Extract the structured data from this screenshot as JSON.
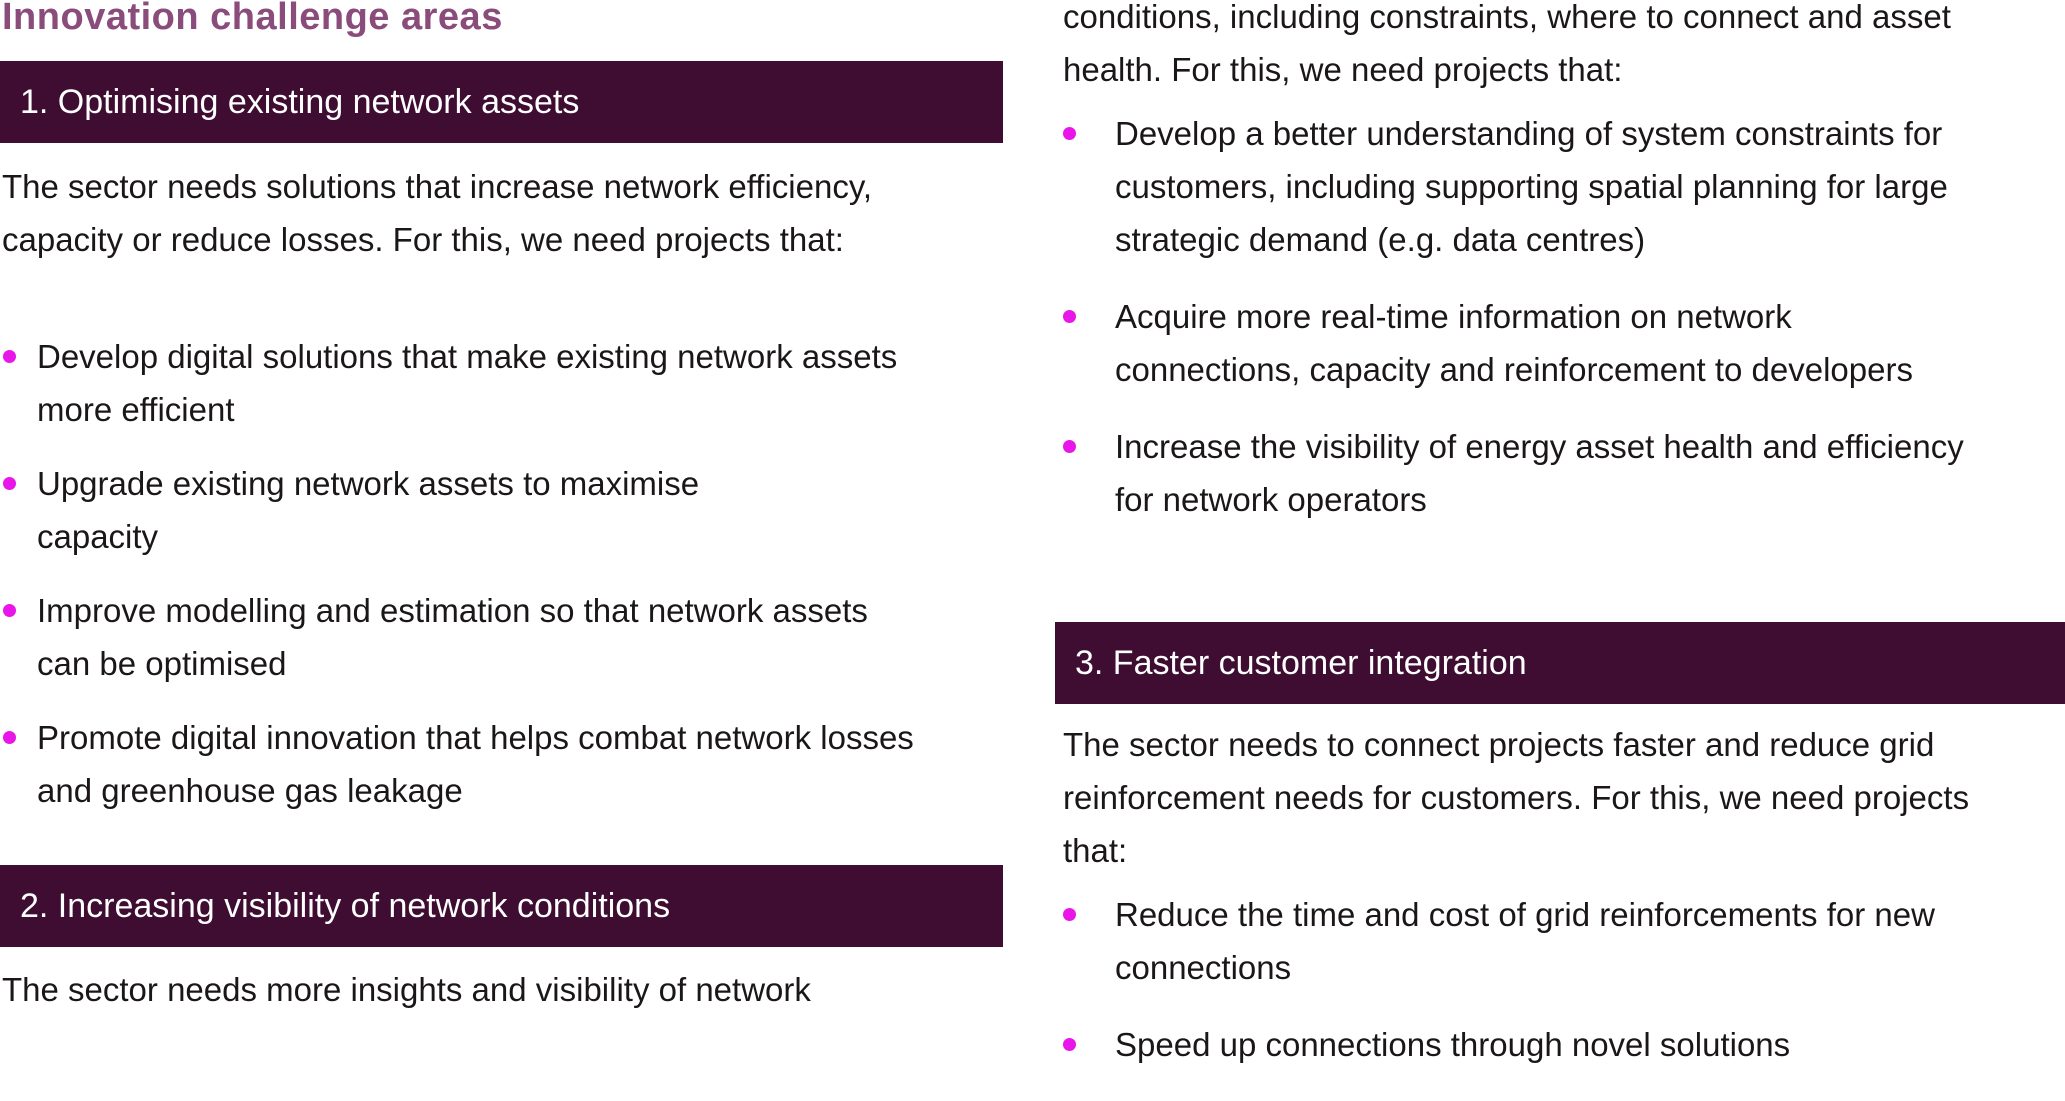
{
  "title": "Innovation challenge areas",
  "colors": {
    "banner_background": "#3e0d31",
    "banner_text": "#ffffff",
    "title_text": "#8a4c7b",
    "body_text": "#1b1718",
    "bullet_dot": "#e916e9",
    "page_background": "#ffffff"
  },
  "left": {
    "section1": {
      "banner": "1. Optimising existing network assets",
      "intro": "The sector needs solutions that increase network efficiency, capacity or reduce losses. For this, we need projects that:",
      "bullets": [
        "Develop digital solutions that make existing network assets more efficient",
        "Upgrade existing network assets to maximise capacity",
        "Improve modelling and estimation so that network assets can be optimised",
        "Promote digital innovation that helps combat network losses and greenhouse gas leakage"
      ]
    },
    "section2": {
      "banner": "2. Increasing visibility of network conditions",
      "intro": "The sector needs more insights and visibility of network"
    }
  },
  "right": {
    "section2cont": {
      "intro": "conditions, including constraints, where to connect and asset health. For this, we need projects that:",
      "bullets": [
        "Develop a better understanding of system constraints for customers, including supporting spatial planning for large strategic demand (e.g. data centres)",
        "Acquire more real-time information on network connections, capacity and reinforcement to developers",
        "Increase the visibility of energy asset health and efficiency for network operators"
      ]
    },
    "section3": {
      "banner": "3. Faster customer integration",
      "intro": "The sector needs to connect projects faster and reduce grid reinforcement needs for customers. For this, we need projects that:",
      "bullets": [
        "Reduce the time and cost of grid reinforcements for new connections",
        "Speed up connections through novel solutions"
      ]
    }
  }
}
